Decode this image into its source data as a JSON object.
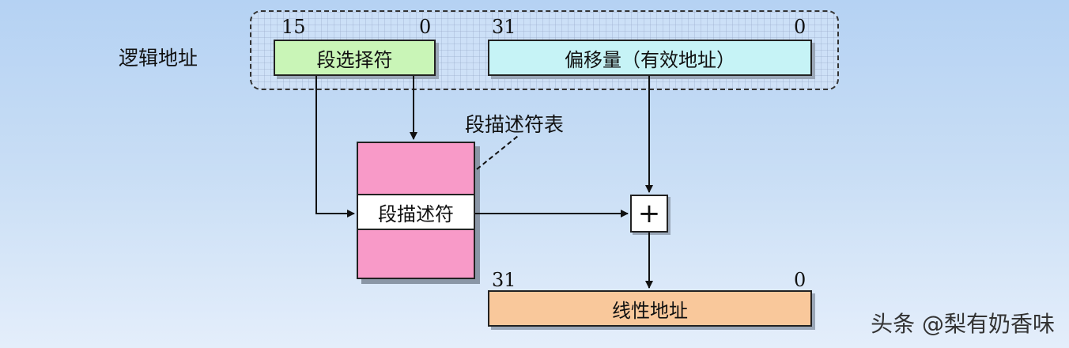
{
  "logical_address": {
    "label": "逻辑地址",
    "selector": {
      "label": "段选择符",
      "bit_high": "15",
      "bit_low": "0"
    },
    "offset": {
      "label": "偏移量（有效地址）",
      "bit_high": "31",
      "bit_low": "0"
    }
  },
  "descriptor_table": {
    "label": "段描述符表",
    "entry_label": "段描述符"
  },
  "adder": {
    "symbol": "+"
  },
  "linear_address": {
    "label": "线性地址",
    "bit_high": "31",
    "bit_low": "0"
  },
  "watermark": "头条 @梨有奶香味",
  "colors": {
    "selector_fill": "#c9f5b7",
    "offset_fill": "#c6f3f6",
    "table_fill": "#f89ac8",
    "linear_fill": "#f9c89b"
  }
}
